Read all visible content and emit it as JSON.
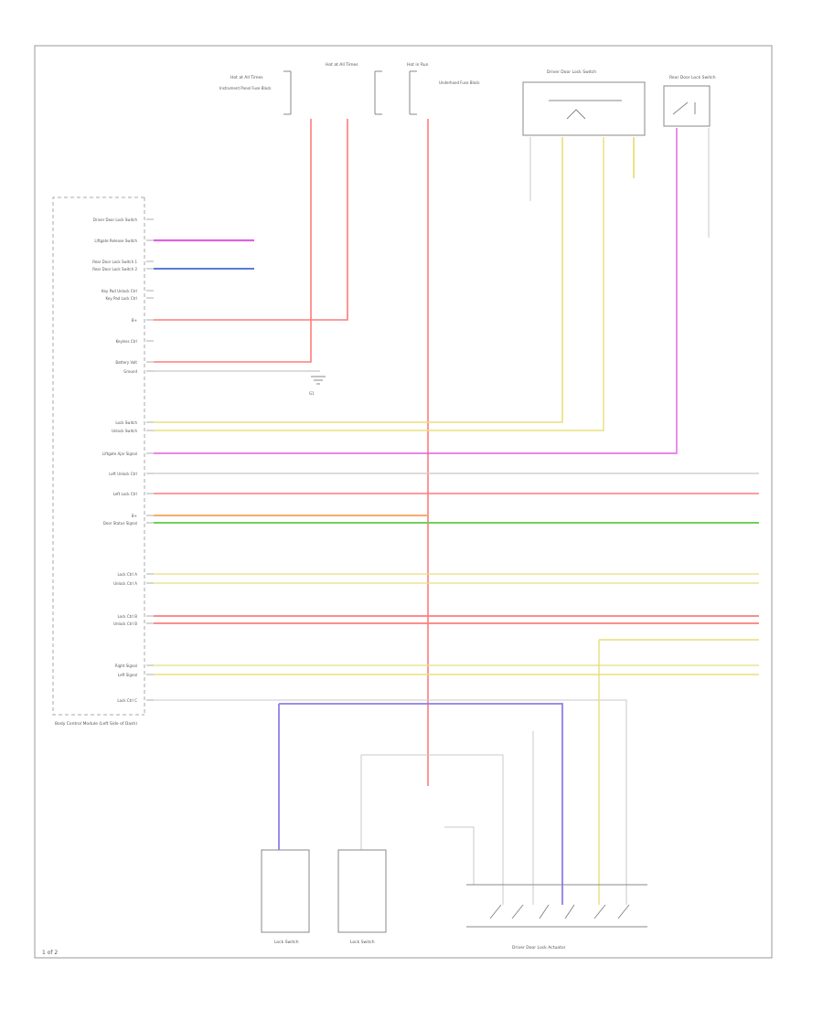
{
  "page": {
    "figure_code": "1 of 2"
  },
  "colors": {
    "red": "#ff7b7b",
    "pink": "#e060e0",
    "blue": "#5a7bd6",
    "yellow": "#e8df7a",
    "green": "#6fd05a",
    "orange": "#f4a15a",
    "gray": "#c8c8c8",
    "violet": "#8f7fe8"
  },
  "fuse_blocks": [
    {
      "title": "Hot at All Times",
      "note": "Instrument Panel Fuse Block"
    },
    {
      "title": "Hot at All Times",
      "note": ""
    },
    {
      "title": "Hot in Run",
      "note": "Underhood Fuse Block"
    }
  ],
  "bcm": {
    "label": "Body Control Module (Left Side of Dash)",
    "pins": [
      {
        "label": "Driver Door Lock Switch"
      },
      {
        "label": "Liftgate Release Switch"
      },
      {
        "label": "Rear Door Lock Switch 1"
      },
      {
        "label": "Rear Door Lock Switch 2"
      },
      {
        "label": "Key Pad Unlock Ctrl"
      },
      {
        "label": "Key Pad Lock Ctrl"
      },
      {
        "label": "B+"
      },
      {
        "label": "Keyless Ctrl"
      },
      {
        "label": "Battery Volt"
      },
      {
        "label": "Ground"
      },
      {
        "label": "Lock Switch"
      },
      {
        "label": "Unlock Switch"
      },
      {
        "label": "Liftgate Ajar Signal"
      },
      {
        "label": "Left Unlock Ctrl"
      },
      {
        "label": "Left Lock Ctrl"
      },
      {
        "label": "B+"
      },
      {
        "label": "Door Status Signal"
      },
      {
        "label": "Lock Ctrl A"
      },
      {
        "label": "Unlock Ctrl A"
      },
      {
        "label": "Lock Ctrl B"
      },
      {
        "label": "Unlock Ctrl B"
      },
      {
        "label": "Right Signal"
      },
      {
        "label": "Left Signal"
      },
      {
        "label": "Lock Ctrl C"
      }
    ]
  },
  "components": {
    "driver_door_lock_switch": "Driver Door Lock Switch",
    "rear_door_lock_switch": "Rear Door Lock Switch",
    "driver_door_module": "Driver Door Lock Actuator",
    "lock_sw_1": "Lock Switch",
    "lock_sw_2": "Lock Switch",
    "door_lock_actuator": "Driver Door Lock Actuator",
    "ground": "G1"
  }
}
